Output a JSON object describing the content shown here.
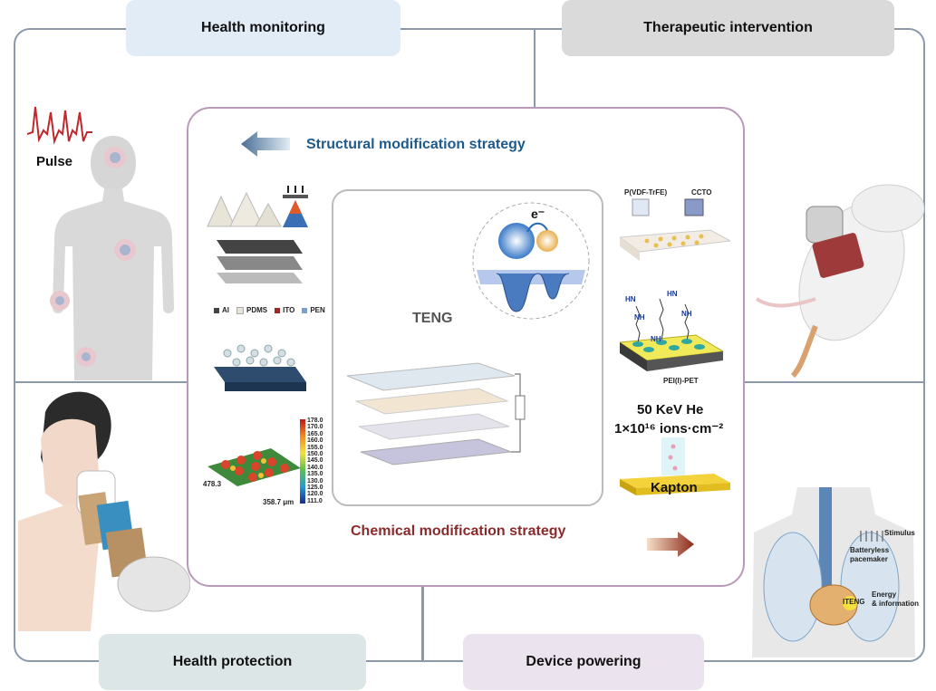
{
  "quadrants": {
    "health_monitoring": "Health monitoring",
    "therapeutic_intervention": "Therapeutic intervention",
    "health_protection": "Health protection",
    "device_powering": "Device powering"
  },
  "center": {
    "structural_strategy": "Structural modification strategy",
    "chemical_strategy": "Chemical modification strategy",
    "teng": "TENG",
    "electron": "e⁻"
  },
  "monitoring": {
    "pulse": "Pulse"
  },
  "legend": {
    "al": "Al",
    "pdms": "PDMS",
    "ito": "ITO",
    "pen": "PEN"
  },
  "afm": {
    "x_label": "478.3",
    "y_label": "358.7 μm",
    "scale": [
      "178.0",
      "170.0",
      "165.0",
      "160.0",
      "155.0",
      "150.0",
      "145.0",
      "140.0",
      "135.0",
      "130.0",
      "125.0",
      "120.0",
      "111.0"
    ]
  },
  "chem": {
    "pvdf": "P(VDF-TrFE)",
    "ccto": "CCTO",
    "hn1": "HN",
    "hn2": "HN",
    "nh1": "NH",
    "nh2": "NH",
    "nh3": "NH",
    "pei_pet": "PEI(I)-PET",
    "ion_line1": "50 KeV He",
    "ion_line2": "1×10¹⁶ ions·cm⁻²",
    "kapton": "Kapton"
  },
  "powering": {
    "stimulus": "Stimulus",
    "pacemaker": "Batteryless\npacemaker",
    "energy": "Energy\n& information",
    "iteng": "ITENG"
  },
  "colors": {
    "structural_text": "#1f5a8c",
    "chemical_text": "#8b2a2a",
    "tab_monitoring": "#e2ecf7",
    "tab_therapeutic": "#dadada",
    "tab_protection": "#dde6e6",
    "tab_powering": "#ebe3ee"
  }
}
